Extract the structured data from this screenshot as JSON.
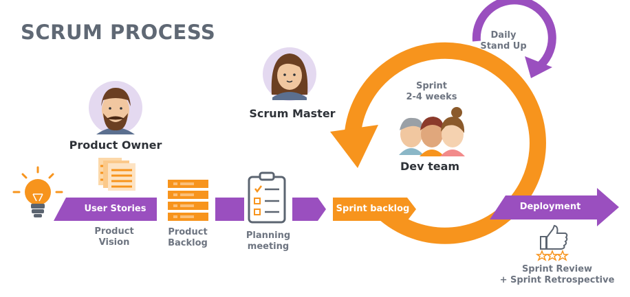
{
  "title": "SCRUM PROCESS",
  "roles": {
    "product_owner": "Product Owner",
    "scrum_master": "Scrum Master",
    "dev_team": "Dev team"
  },
  "flow": {
    "user_stories": "User Stories",
    "product_vision_1": "Product",
    "product_vision_2": "Vision",
    "product_backlog_1": "Product",
    "product_backlog_2": "Backlog",
    "planning_1": "Planning",
    "planning_2": "meeting",
    "sprint_backlog": "Sprint backlog",
    "deployment": "Deployment"
  },
  "sprint": {
    "line1": "Sprint",
    "line2": "2-4 weeks"
  },
  "daily": {
    "line1": "Daily",
    "line2": "Stand Up"
  },
  "review": {
    "line1": "Sprint Review",
    "line2": "+ Sprint Retrospective"
  },
  "colors": {
    "purple": "#9a4fbf",
    "orange": "#f7941d",
    "title": "#5f6874"
  }
}
